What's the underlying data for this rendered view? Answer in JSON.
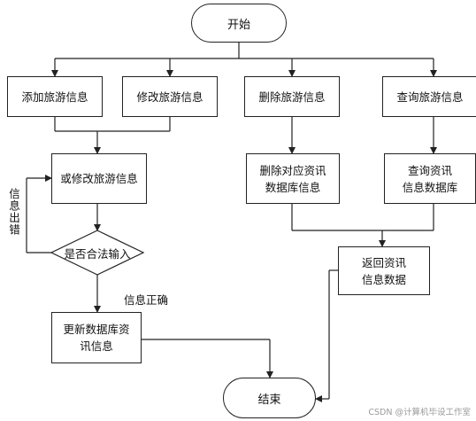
{
  "nodes": {
    "start": "开始",
    "add_info": "添加旅游信息",
    "modify_info": "修改旅游信息",
    "delete_info": "删除旅游信息",
    "query_info": "查询旅游信息",
    "add_or_modify": "或修改旅游信息",
    "delete_db_line1": "删除对应资讯",
    "delete_db_line2": "数据库信息",
    "query_db_line1": "查询资讯",
    "query_db_line2": "信息数据库",
    "decision": "是否合法输入",
    "return_line1": "返回资讯",
    "return_line2": "信息数据",
    "update_line1": "更新数据库资",
    "update_line2": "讯信息",
    "end": "结束"
  },
  "edge_labels": {
    "error": "信息出错",
    "correct": "信息正确"
  },
  "watermark": "CSDN @计算机毕设工作室"
}
